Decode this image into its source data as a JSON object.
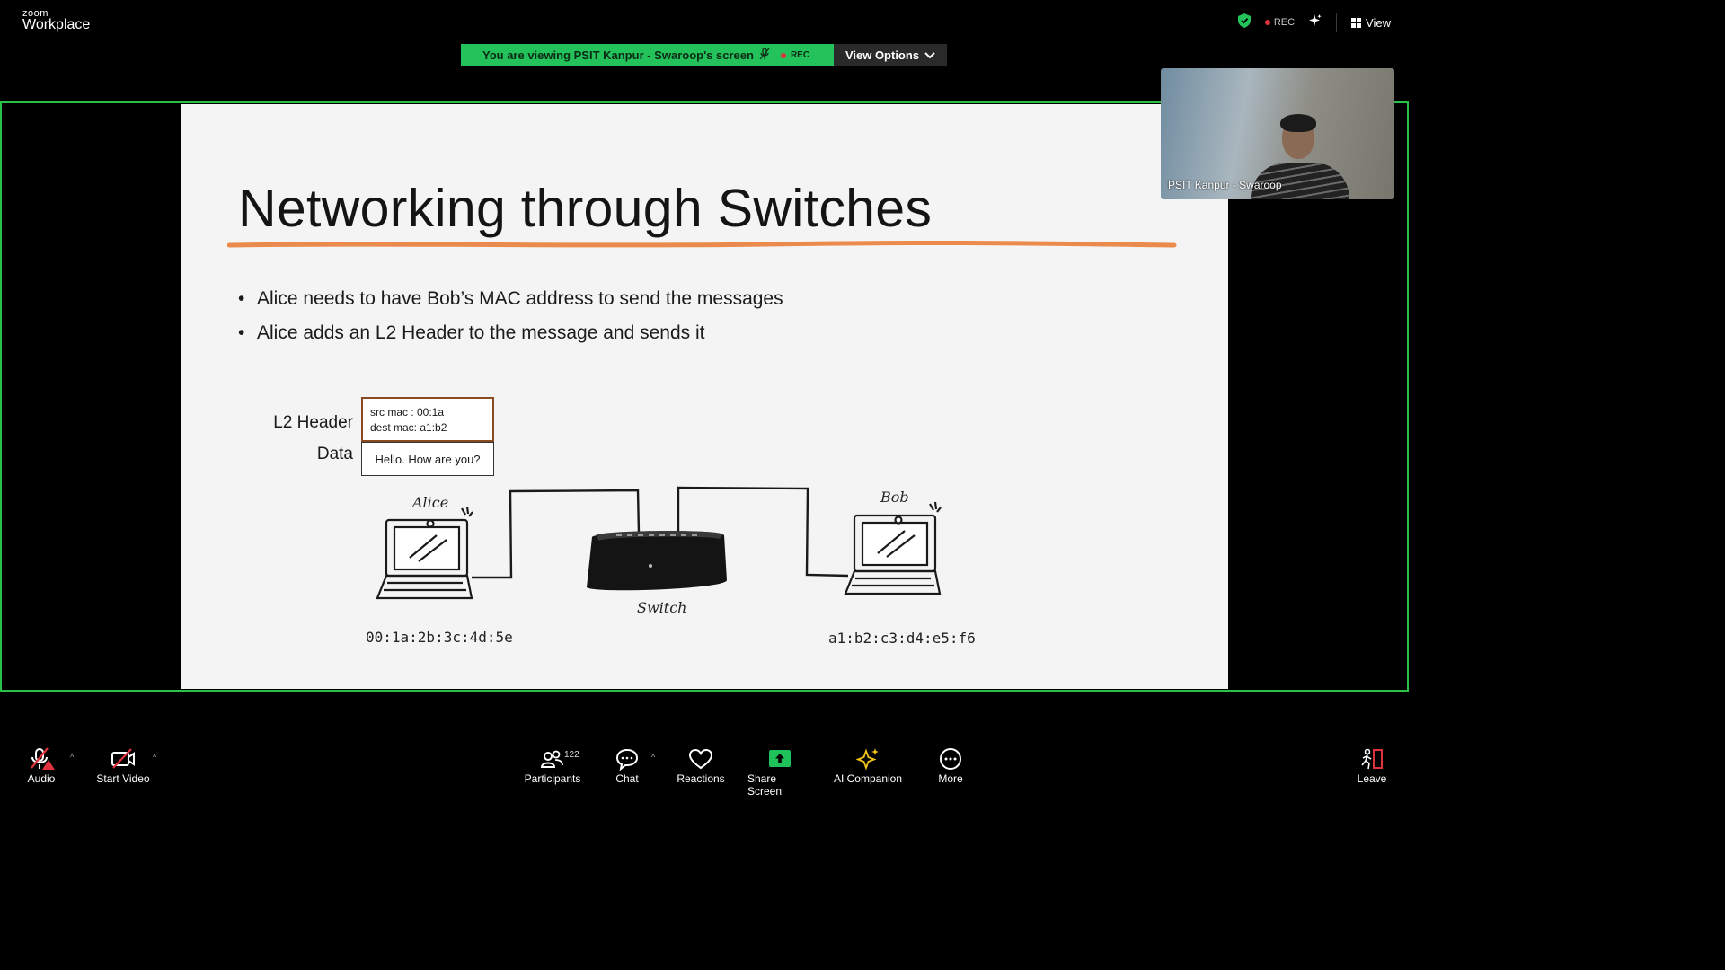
{
  "app": {
    "brand_small": "zoom",
    "brand_big": "Workplace"
  },
  "top_right": {
    "rec_label": "REC",
    "view_label": "View"
  },
  "banner": {
    "viewing_text": "You are viewing  PSIT Kanpur - Swaroop's screen",
    "rec_label": "REC",
    "view_options_label": "View Options"
  },
  "slide": {
    "title": "Networking through Switches",
    "bullets": [
      "Alice needs to have Bob’s MAC address to send the messages",
      "Alice adds an L2 Header to the message and sends it"
    ],
    "l2_header_label": "L2 Header",
    "data_label": "Data",
    "src_mac": "src mac   : 00:1a",
    "dest_mac": "dest mac: a1:b2",
    "data_text": "Hello. How are you?",
    "alice_label": "Alice",
    "bob_label": "Bob",
    "switch_label": "Switch",
    "alice_mac": "00:1a:2b:3c:4d:5e",
    "bob_mac": "a1:b2:c3:d4:e5:f6"
  },
  "self_video": {
    "name": "PSIT Kanpur - Swaroop"
  },
  "toolbar": {
    "audio": "Audio",
    "start_video": "Start Video",
    "participants": "Participants",
    "participants_count": "122",
    "chat": "Chat",
    "reactions": "Reactions",
    "share_screen": "Share Screen",
    "ai_companion": "AI Companion",
    "more": "More",
    "leave": "Leave"
  },
  "colors": {
    "share_border": "#2bc148",
    "banner_green": "#23c25a",
    "share_screen_icon": "#1ec15a",
    "audio_muted_red": "#e0323c",
    "slide_underline": "#ea8a4c"
  }
}
